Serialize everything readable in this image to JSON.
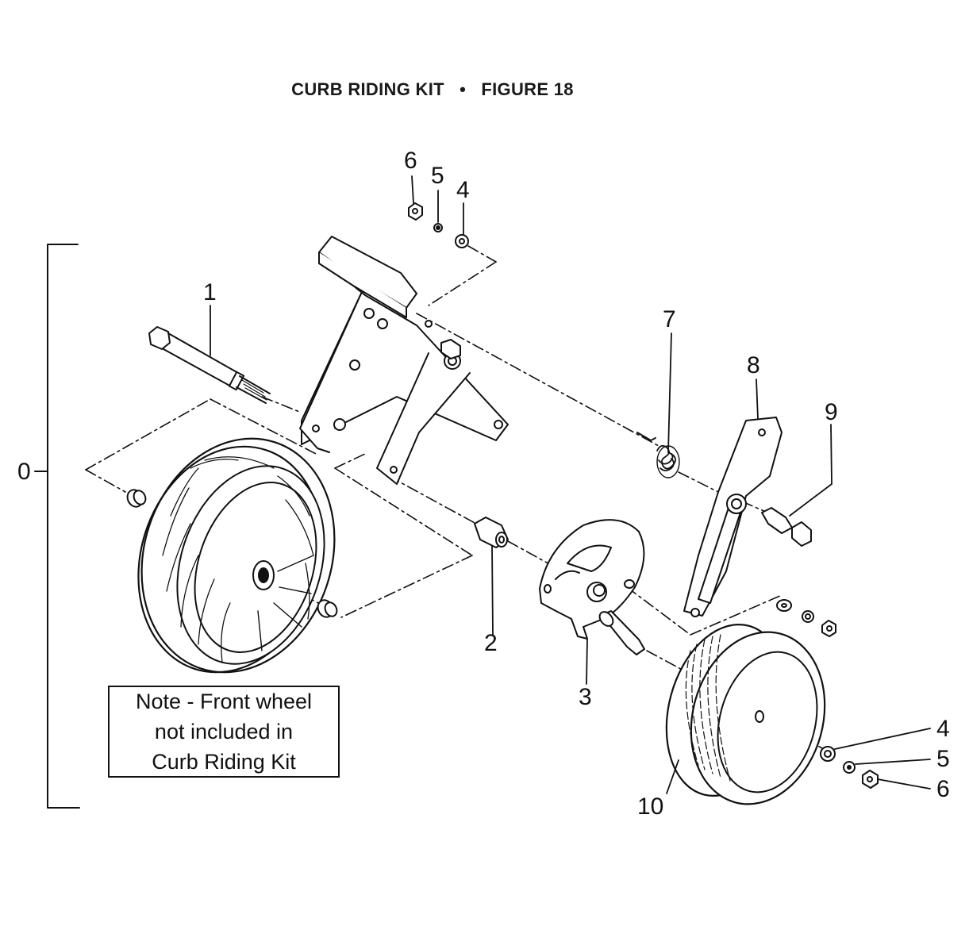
{
  "title": {
    "main": "CURB RIDING KIT",
    "separator": "•",
    "figure": "FIGURE 18"
  },
  "note": {
    "line1": "Note - Front wheel",
    "line2": "not included in",
    "line3": "Curb Riding Kit"
  },
  "callouts": {
    "assembly": "0",
    "bolt": "1",
    "spacer": "2",
    "arm_plate": "3",
    "washer_top": "4",
    "lockwasher_top": "5",
    "nut_top": "6",
    "spring": "7",
    "link_bar": "8",
    "shoulder_bolt": "9",
    "wheel": "10",
    "washer_bottom": "4",
    "lockwasher_bottom": "5",
    "nut_bottom": "6"
  }
}
